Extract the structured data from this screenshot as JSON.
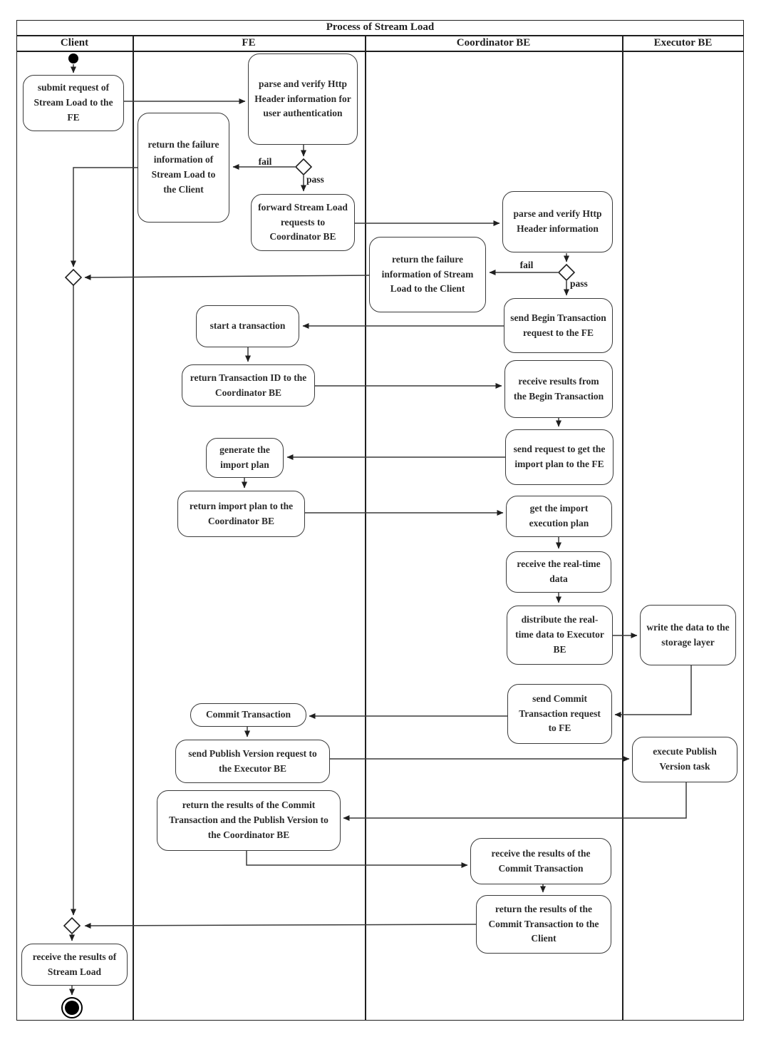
{
  "diagram": {
    "title": "Process of Stream Load",
    "type": "swimlane-activity-diagram",
    "colors": {
      "ink": "#1f1f1f",
      "background": "#ffffff"
    },
    "lanes": [
      {
        "label": "Client"
      },
      {
        "label": "FE"
      },
      {
        "label": "Coordinator BE"
      },
      {
        "label": "Executor BE"
      }
    ]
  },
  "nodes": {
    "submit": {
      "label": "submit request of Stream Load to the FE"
    },
    "parse_auth": {
      "label": "parse and verify Http Header information for user authentication"
    },
    "return_fail_fe": {
      "label": "return the failure information of Stream Load to the Client"
    },
    "forward": {
      "label": "forward Stream Load requests to Coordinator BE"
    },
    "parse_http": {
      "label": "parse and verify Http Header information"
    },
    "return_fail_coord": {
      "label": "return the failure information of Stream Load to the Client"
    },
    "send_begin": {
      "label": "send Begin Transaction request to the FE"
    },
    "start_txn": {
      "label": "start a transaction"
    },
    "return_txn": {
      "label": "return Transaction ID to the Coordinator BE"
    },
    "receive_begin": {
      "label": "receive results from the Begin Transaction"
    },
    "send_req_import": {
      "label": "send request to get the import plan to the FE"
    },
    "gen_plan": {
      "label": "generate the import plan"
    },
    "return_plan": {
      "label": "return import plan to the Coordinator BE"
    },
    "get_import": {
      "label": "get the import execution plan"
    },
    "receive_rt": {
      "label": "receive the real-time data"
    },
    "distribute": {
      "label": "distribute the real-time data to Executor BE"
    },
    "write_data": {
      "label": "write the data to the storage layer"
    },
    "send_commit": {
      "label": "send Commit Transaction request to FE"
    },
    "commit": {
      "label": "Commit Transaction"
    },
    "send_publish": {
      "label": "send Publish Version request to the Executor BE"
    },
    "exec_publish": {
      "label": "execute Publish Version task"
    },
    "return_results": {
      "label": "return the results of the Commit Transaction and the Publish Version to the Coordinator BE"
    },
    "receive_commit": {
      "label": "receive the results of the Commit Transaction"
    },
    "return_commit_client": {
      "label": "return the results of the Commit Transaction to the Client"
    },
    "receive_stream": {
      "label": "receive the results of Stream Load"
    }
  },
  "edge_labels": {
    "fe_fail": "fail",
    "fe_pass": "pass",
    "coord_fail": "fail",
    "coord_pass": "pass"
  }
}
